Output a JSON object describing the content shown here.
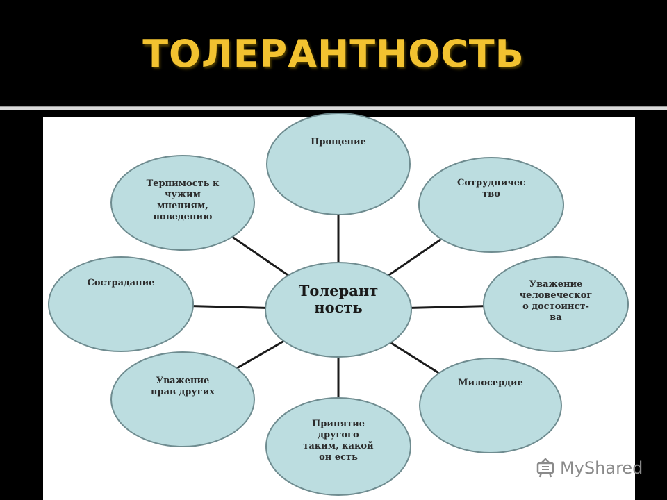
{
  "slide": {
    "title": "ТОЛЕРАНТНОСТЬ",
    "title_color": "#f2c230",
    "background_color": "#000000"
  },
  "diagram": {
    "node_fill": "#bcdde0",
    "node_stroke": "#6f8c90",
    "connector_color": "#1a1a1a",
    "center": {
      "label": "Толерант\nность"
    },
    "nodes": [
      {
        "id": "forgiveness",
        "label": "Прощение"
      },
      {
        "id": "cooperation",
        "label": "Сотрудничес\nтво"
      },
      {
        "id": "dignity",
        "label": "Уважение\nчеловеческог\nо достоинст-\nва"
      },
      {
        "id": "mercy",
        "label": "Милосердие"
      },
      {
        "id": "acceptance",
        "label": "Принятие\nдругого\nтаким, какой\nон есть"
      },
      {
        "id": "rights",
        "label": "Уважение\nправ других"
      },
      {
        "id": "compassion",
        "label": "Сострадание"
      },
      {
        "id": "patience",
        "label": "Терпимость к\nчужим\nмнениям,\nповедению"
      }
    ]
  },
  "watermark": {
    "text": "MyShared",
    "icon": "shared-logo-icon"
  }
}
